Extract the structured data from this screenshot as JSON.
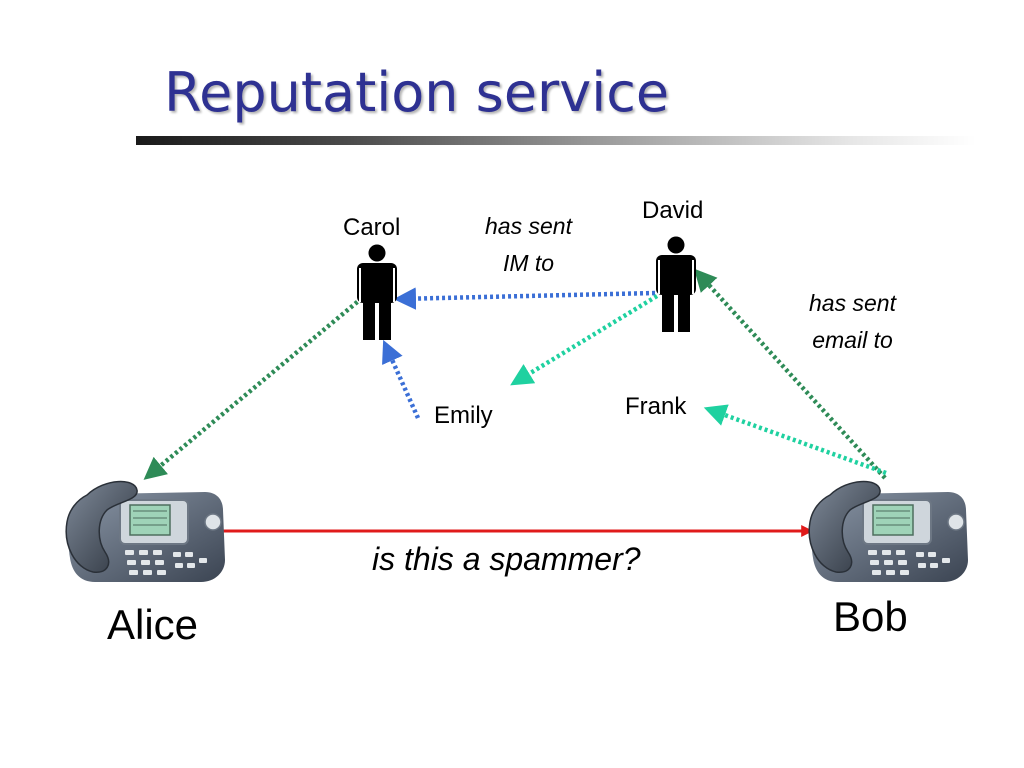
{
  "slide": {
    "title": "Reputation service"
  },
  "people": {
    "carol": "Carol",
    "david": "David",
    "emily": "Emily",
    "frank": "Frank",
    "alice": "Alice",
    "bob": "Bob"
  },
  "relations": {
    "im": {
      "line1": "has sent",
      "line2": "IM to"
    },
    "email": {
      "line1": "has sent",
      "line2": "email to"
    }
  },
  "query": {
    "text": "is this a spammer?"
  },
  "colors": {
    "title": "#2e3192",
    "im_edges": "#3b6fd6",
    "email_edges_dark": "#2e8b57",
    "email_edges_light": "#1fd1a0",
    "query_arrow": "#e01b1b"
  }
}
